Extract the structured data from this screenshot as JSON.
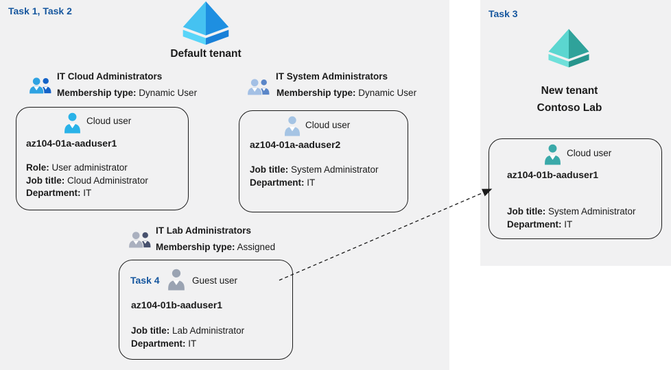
{
  "colors": {
    "background": "#ffffff",
    "region_background": "#f1f1f2",
    "task_label_blue": "#15569e",
    "text": "#1a1a1a",
    "card_border": "#1a1a1a",
    "blue_tenant_icon": {
      "face_left": "#45c2f1",
      "face_right": "#1e8fe1",
      "base_left": "#59d5f9",
      "base_right": "#1980d8"
    },
    "teal_tenant_icon": {
      "face_left": "#5bd6d0",
      "face_right": "#2fa29a",
      "base_left": "#6fe0da",
      "base_right": "#27958d"
    },
    "cloud_user_blue": "#29b2e8",
    "cloud_user_steel": "#a5c4e4",
    "guest_user_gray": "#9aa3b2",
    "cloud_user_teal": "#3aa9a9"
  },
  "left_region": {
    "task_label": "Task 1, Task 2",
    "tenant_icon": "azure-ad-tenant-icon",
    "tenant_title": "Default tenant",
    "groups": [
      {
        "icon": "user-group-icon",
        "name": "IT Cloud Administrators",
        "membership_label": "Membership type:",
        "membership_value": "Dynamic User"
      },
      {
        "icon": "user-group-icon",
        "name": "IT System Administrators",
        "membership_label": "Membership type:",
        "membership_value": "Dynamic User"
      },
      {
        "icon": "user-group-icon",
        "name": "IT Lab Administrators",
        "membership_label": "Membership type:",
        "membership_value": "Assigned"
      }
    ],
    "cards": [
      {
        "user_icon": "person-icon",
        "user_type": "Cloud user",
        "name": "az104-01a-aaduser1",
        "fields": [
          {
            "label": "Role:",
            "value": "User administrator"
          },
          {
            "label": "Job title:",
            "value": "Cloud Administrator"
          },
          {
            "label": "Department:",
            "value": "IT"
          }
        ]
      },
      {
        "user_icon": "person-icon",
        "user_type": "Cloud user",
        "name": "az104-01a-aaduser2",
        "fields": [
          {
            "label": "Job title:",
            "value": "System Administrator"
          },
          {
            "label": "Department:",
            "value": "IT"
          }
        ]
      },
      {
        "task_label": "Task 4",
        "user_icon": "person-icon",
        "user_type": "Guest user",
        "name": "az104-01b-aaduser1",
        "fields": [
          {
            "label": "Job title:",
            "value": "Lab Administrator"
          },
          {
            "label": "Department:",
            "value": "IT"
          }
        ]
      }
    ]
  },
  "right_panel": {
    "task_label": "Task 3",
    "tenant_icon": "azure-ad-tenant-icon",
    "tenant_title_line1": "New tenant",
    "tenant_title_line2": "Contoso Lab",
    "card": {
      "user_icon": "person-icon",
      "user_type": "Cloud user",
      "name": "az104-01b-aaduser1",
      "fields": [
        {
          "label": "Job title:",
          "value": "System Administrator"
        },
        {
          "label": "Department:",
          "value": "IT"
        }
      ]
    }
  },
  "connector": {
    "style": "dashed-arrow",
    "from": "guest-user-card",
    "to": "new-tenant-cloud-user-card"
  }
}
